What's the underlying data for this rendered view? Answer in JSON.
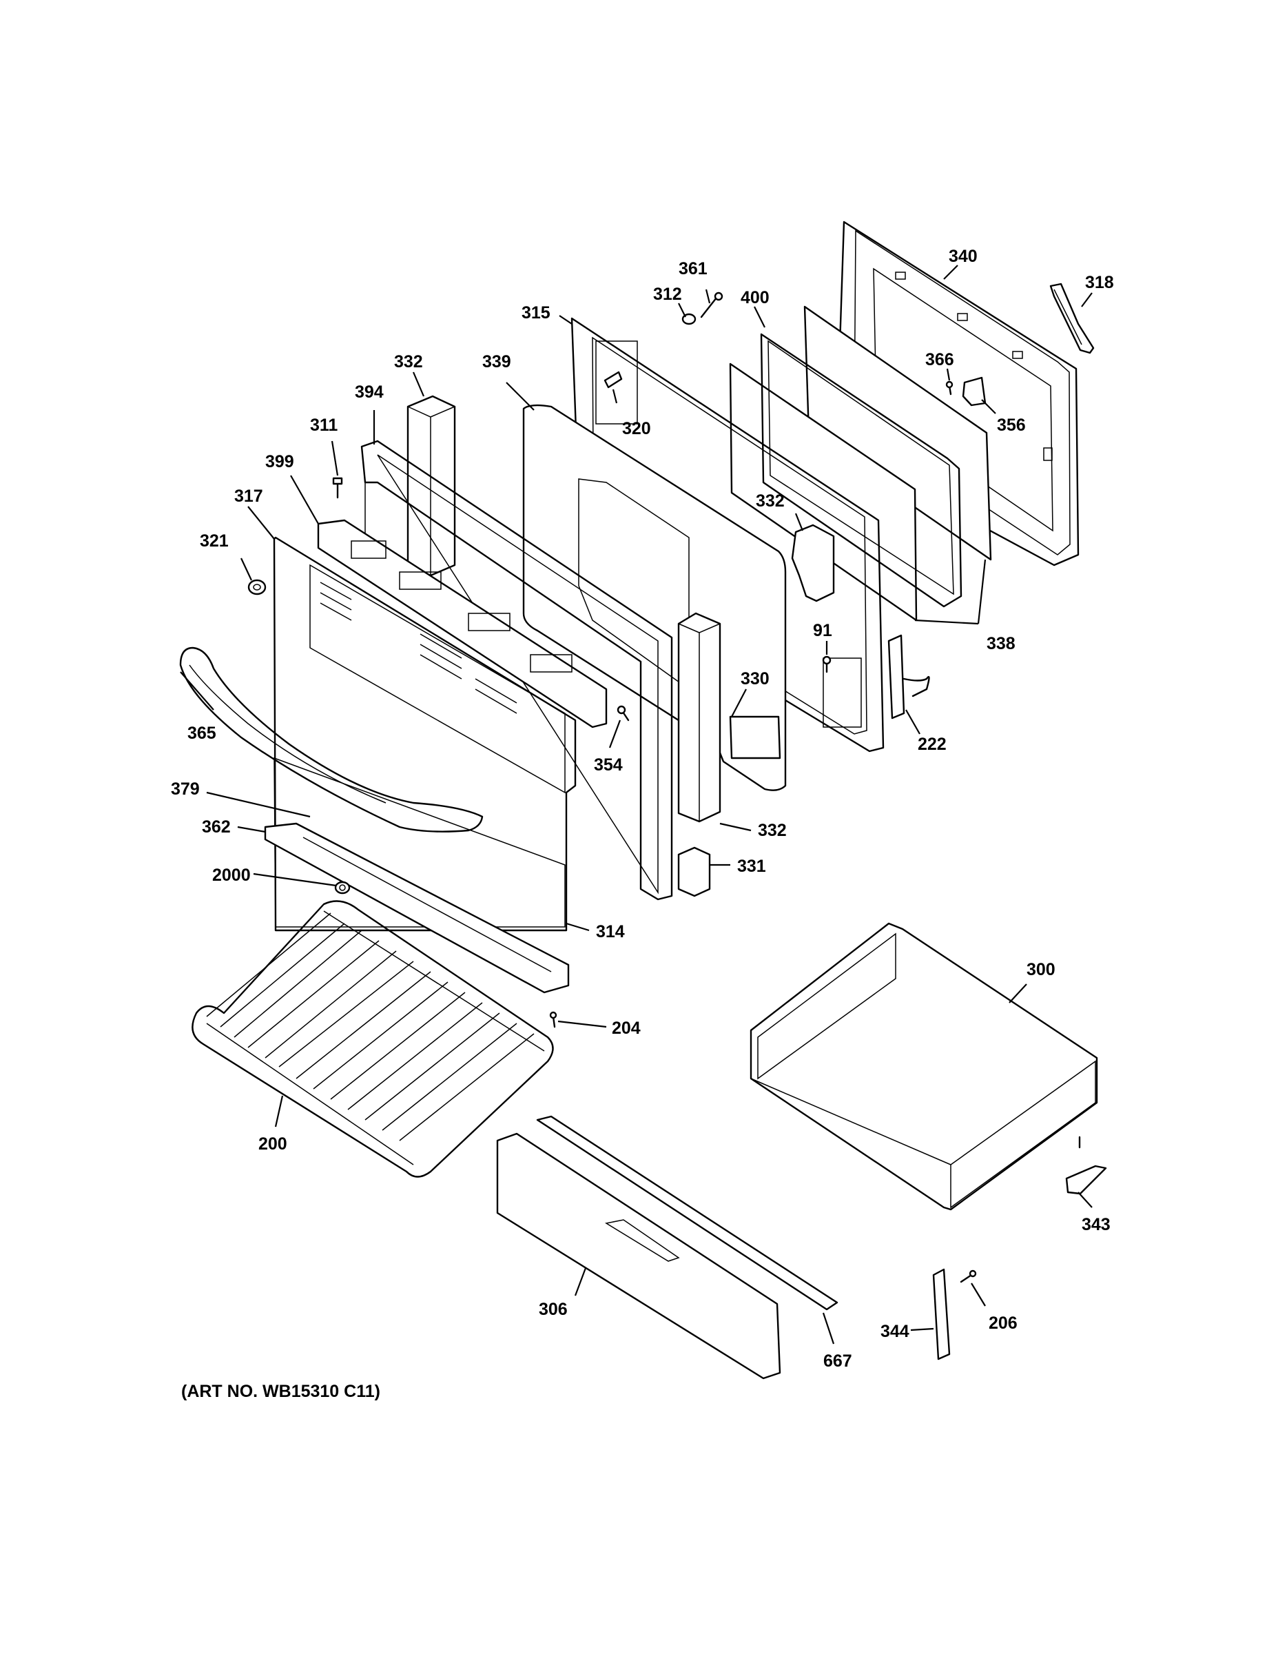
{
  "diagram": {
    "art_number": "(ART NO. WB15310 C11)",
    "callouts": {
      "c340": "340",
      "c318": "318",
      "c361": "361",
      "c312": "312",
      "c400": "400",
      "c315": "315",
      "c332a": "332",
      "c339": "339",
      "c366": "366",
      "c394": "394",
      "c320": "320",
      "c356": "356",
      "c311": "311",
      "c399": "399",
      "c317": "317",
      "c321": "321",
      "c332b": "332",
      "c91": "91",
      "c338": "338",
      "c330": "330",
      "c365": "365",
      "c354": "354",
      "c222": "222",
      "c379": "379",
      "c362": "362",
      "c332c": "332",
      "c331": "331",
      "c2000": "2000",
      "c314": "314",
      "c300": "300",
      "c204": "204",
      "c200": "200",
      "c343": "343",
      "c306": "306",
      "c206": "206",
      "c344": "344",
      "c667": "667"
    }
  }
}
